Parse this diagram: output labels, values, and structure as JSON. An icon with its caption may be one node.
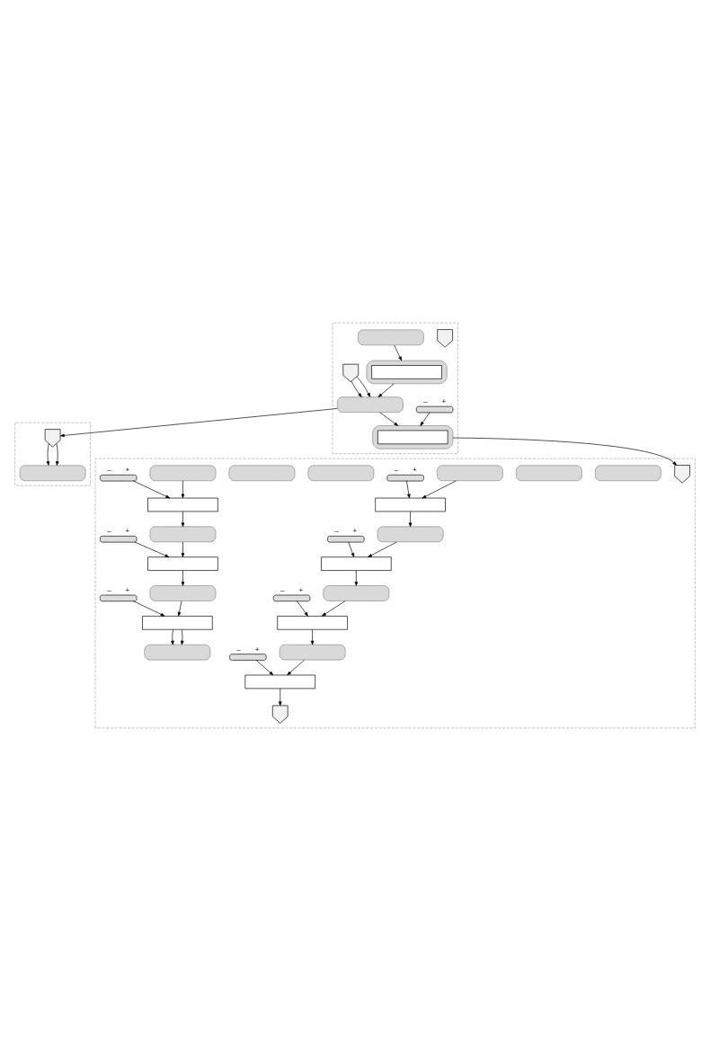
{
  "diagram": {
    "nodes": [
      {
        "text": [],
        "shape": "box"
      },
      {
        "text": [],
        "shape": "box"
      },
      {
        "text": [],
        "shape": "box"
      },
      {
        "text": [],
        "shape": "hand",
        "in": 0
      },
      {
        "text": [],
        "shape": "bar",
        "in": 0
      },
      {
        "text": [],
        "shape": "box",
        "in": 0
      },
      {
        "text": [],
        "shape": "box",
        "in": 5
      },
      {
        "text": [],
        "shape": "hand",
        "in": 0
      },
      {
        "text": [],
        "shape": "bar",
        "in": 0
      },
      {
        "text": [
          "–",
          "+"
        ],
        "in": 0
      },
      {
        "text": [],
        "shape": "box",
        "in": 0
      },
      {
        "text": [],
        "shape": "box",
        "in": 10
      },
      {
        "text": [],
        "shape": "hand",
        "in": 1
      },
      {
        "text": [],
        "shape": "bar",
        "in": 1
      },
      {
        "text": [],
        "shape": "hand",
        "in": 2
      },
      {
        "text": [],
        "shape": "bar",
        "in": 2
      },
      {
        "text": [],
        "shape": "bar",
        "in": 2
      },
      {
        "text": [],
        "shape": "bar",
        "in": 2
      },
      {
        "text": [],
        "shape": "box",
        "in": 2
      },
      {
        "text": [
          "–",
          "+"
        ],
        "in": 2
      },
      {
        "text": [],
        "shape": "bar",
        "in": 2
      },
      {
        "text": [],
        "shape": "box",
        "in": 2
      },
      {
        "text": [
          "–",
          "+"
        ],
        "in": 2
      },
      {
        "text": [],
        "shape": "bar",
        "in": 2
      },
      {
        "text": [],
        "shape": "box",
        "in": 2
      },
      {
        "text": [
          "–",
          "+"
        ],
        "in": 2
      },
      {
        "text": [],
        "shape": "bar",
        "in": 2
      },
      {
        "text": [],
        "shape": "box",
        "in": 2
      },
      {
        "text": [
          "–",
          "+"
        ],
        "in": 2
      },
      {
        "text": [],
        "shape": "hand",
        "in": 2
      },
      {
        "text": [],
        "shape": "bar",
        "in": 2
      },
      {
        "text": [],
        "shape": "bar",
        "in": 2
      },
      {
        "text": [],
        "shape": "bar",
        "in": 2
      },
      {
        "text": [],
        "shape": "box",
        "in": 2
      },
      {
        "text": [
          "–",
          "+"
        ],
        "in": 2
      },
      {
        "text": [],
        "shape": "bar",
        "in": 2
      },
      {
        "text": [],
        "shape": "box",
        "in": 2
      },
      {
        "text": [
          "–",
          "+"
        ],
        "in": 2
      },
      {
        "text": [],
        "shape": "bar",
        "in": 2
      },
      {
        "text": [],
        "shape": "box",
        "in": 2
      },
      {
        "text": [
          "–",
          "+"
        ],
        "in": 2
      },
      {
        "text": [],
        "shape": "bar",
        "in": 2
      }
    ],
    "edges": [
      {
        "from": 4,
        "to": 5,
        "arrow": "to"
      },
      {
        "from": 5,
        "to": 8,
        "arrow": "to"
      },
      {
        "from": 7,
        "to": 8,
        "arrow": "to"
      },
      {
        "from": 7,
        "to": 8,
        "arrow": "to"
      },
      {
        "from": 8,
        "to": 10,
        "arrow": "to"
      },
      {
        "from": 9,
        "to": 10,
        "arrow": "to"
      },
      {
        "from": 8,
        "to": 12,
        "arrow": "to"
      },
      {
        "from": 12,
        "to": 13,
        "arrow": "to"
      },
      {
        "from": 12,
        "to": 13,
        "arrow": "to"
      },
      {
        "from": 10,
        "to": 14,
        "arrow": "to"
      },
      {
        "from": 17,
        "to": 18,
        "arrow": "to"
      },
      {
        "from": 19,
        "to": 18,
        "arrow": "to"
      },
      {
        "from": 18,
        "to": 20,
        "arrow": "to"
      },
      {
        "from": 20,
        "to": 21,
        "arrow": "to"
      },
      {
        "from": 22,
        "to": 21,
        "arrow": "to"
      },
      {
        "from": 21,
        "to": 23,
        "arrow": "to"
      },
      {
        "from": 23,
        "to": 24,
        "arrow": "to"
      },
      {
        "from": 25,
        "to": 24,
        "arrow": "to"
      },
      {
        "from": 24,
        "to": 26,
        "arrow": "to"
      },
      {
        "from": 26,
        "to": 27,
        "arrow": "to"
      },
      {
        "from": 28,
        "to": 27,
        "arrow": "to"
      },
      {
        "from": 27,
        "to": 29,
        "arrow": "to"
      },
      {
        "from": 32,
        "to": 33,
        "arrow": "to"
      },
      {
        "from": 34,
        "to": 33,
        "arrow": "to"
      },
      {
        "from": 33,
        "to": 35,
        "arrow": "to"
      },
      {
        "from": 35,
        "to": 36,
        "arrow": "to"
      },
      {
        "from": 37,
        "to": 36,
        "arrow": "to"
      },
      {
        "from": 36,
        "to": 38,
        "arrow": "to"
      },
      {
        "from": 38,
        "to": 39,
        "arrow": "to"
      },
      {
        "from": 40,
        "to": 39,
        "arrow": "to"
      },
      {
        "from": 39,
        "to": 41,
        "arrow": "to"
      },
      {
        "from": 39,
        "to": 41,
        "arrow": "to"
      }
    ]
  }
}
